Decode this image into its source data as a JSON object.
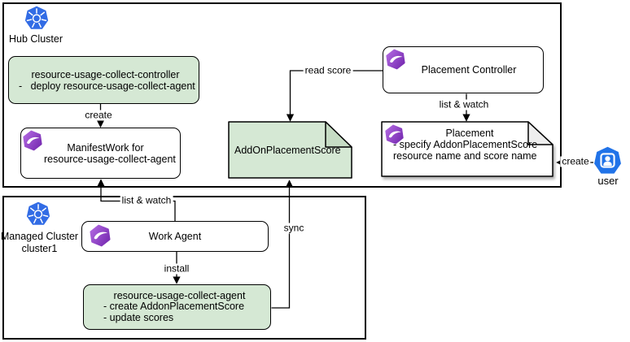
{
  "hub": {
    "label": "Hub Cluster"
  },
  "managed": {
    "label_line1": "Managed Cluster",
    "label_line2": "cluster1"
  },
  "nodes": {
    "controller": {
      "line1": "resource-usage-collect-controller",
      "line2": "-   deploy resource-usage-collect-agent"
    },
    "manifestwork": {
      "line1": "ManifestWork for",
      "line2": "resource-usage-collect-agent"
    },
    "addonplacementscore": {
      "label": "AddOnPlacementScore"
    },
    "placement_controller": {
      "label": "Placement Controller"
    },
    "placement": {
      "line1": "Placement",
      "line2": "- specify AddonPlacementScore",
      "line3": "resource name and score name"
    },
    "work_agent": {
      "label": "Work Agent"
    },
    "agent": {
      "line1": "resource-usage-collect-agent",
      "line2": "- create AddonPlacementScore",
      "line3": "- update scores"
    }
  },
  "edges": {
    "create_controller": "create",
    "list_watch_hub": "list & watch",
    "read_score": "read score",
    "create_user": "create",
    "sync": "sync",
    "list_watch_agent": "list & watch",
    "install": "install"
  },
  "user": {
    "label": "user"
  },
  "colors": {
    "green_fill": "#d5e8d4",
    "green_fold": "#c6dcc4",
    "kubernetes_blue": "#326ce5",
    "user_blue": "#2173e8",
    "ocm_purple_light": "#b36ae2",
    "ocm_purple_dark": "#7226ad",
    "line": "#000000"
  }
}
